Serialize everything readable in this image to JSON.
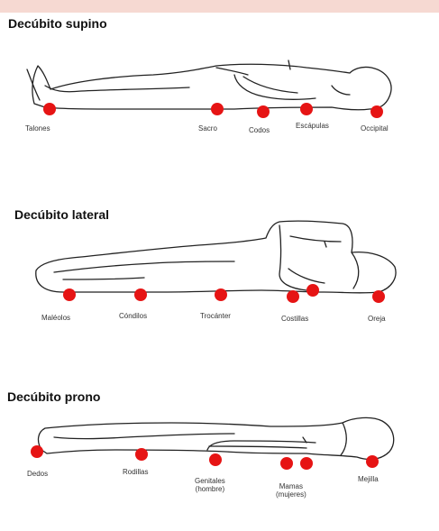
{
  "colors": {
    "dot": "#e61414",
    "outline": "#222222",
    "band": "#f6d9d2"
  },
  "sections": [
    {
      "title": "Decúbito supino",
      "points": [
        "Talones",
        "Sacro",
        "Codos",
        "Escápulas",
        "Occipital"
      ]
    },
    {
      "title": "Decúbito lateral",
      "points": [
        "Maléolos",
        "Cóndilos",
        "Trocánter",
        "Costillas",
        "Oreja"
      ]
    },
    {
      "title": "Decúbito prono",
      "points": [
        "Dedos",
        "Rodillas",
        "Genitales (hombre)",
        "Mamas (mujeres)",
        "Mejilla"
      ],
      "point_lines": [
        [
          "Dedos"
        ],
        [
          "Rodillas"
        ],
        [
          "Genitales",
          "(hombre)"
        ],
        [
          "Mamas",
          "(mujeres)"
        ],
        [
          "Mejilla"
        ]
      ]
    }
  ]
}
